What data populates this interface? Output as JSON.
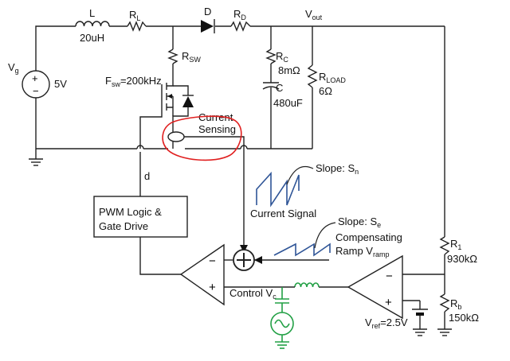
{
  "components": {
    "inductor": {
      "name": "L",
      "value": "20uH"
    },
    "rl": {
      "name": "R",
      "sub": "L"
    },
    "diode": {
      "name": "D"
    },
    "rd": {
      "name": "R",
      "sub": "D"
    },
    "vout": {
      "name": "V",
      "sub": "out"
    },
    "vg": {
      "name": "V",
      "sub": "g",
      "value": "5V"
    },
    "fsw": {
      "label": "F",
      "sub": "sw",
      "value": "=200kHz"
    },
    "rsw": {
      "name": "R",
      "sub": "SW"
    },
    "rc": {
      "name": "R",
      "sub": "C",
      "value": "8mΩ"
    },
    "cap": {
      "name": "C",
      "value": "480uF"
    },
    "rload": {
      "name": "R",
      "sub": "LOAD",
      "value": "6Ω"
    },
    "r1": {
      "name": "R",
      "sub": "1",
      "value": "930kΩ"
    },
    "rb": {
      "name": "R",
      "sub": "b",
      "value": "150kΩ"
    },
    "vref": {
      "name": "V",
      "sub": "ref",
      "value": "=2.5V"
    }
  },
  "labels": {
    "current_sensing_1": "Current",
    "current_sensing_2": "Sensing",
    "duty": "d",
    "pwm_1": "PWM Logic &",
    "pwm_2": "Gate Drive",
    "slope_n": "Slope: S",
    "slope_n_sub": "n",
    "current_signal": "Current Signal",
    "slope_e": "Slope: S",
    "slope_e_sub": "e",
    "comp_ramp_1": "Compensating",
    "comp_ramp_2": "Ramp V",
    "comp_ramp_sub": "ramp",
    "control": "Control V",
    "control_sub": "c",
    "plus": "+",
    "minus": "−"
  },
  "colors": {
    "wire": "#222222",
    "waveform": "#2f5597",
    "ac_source": "#22a045",
    "highlight": "#e02020"
  }
}
